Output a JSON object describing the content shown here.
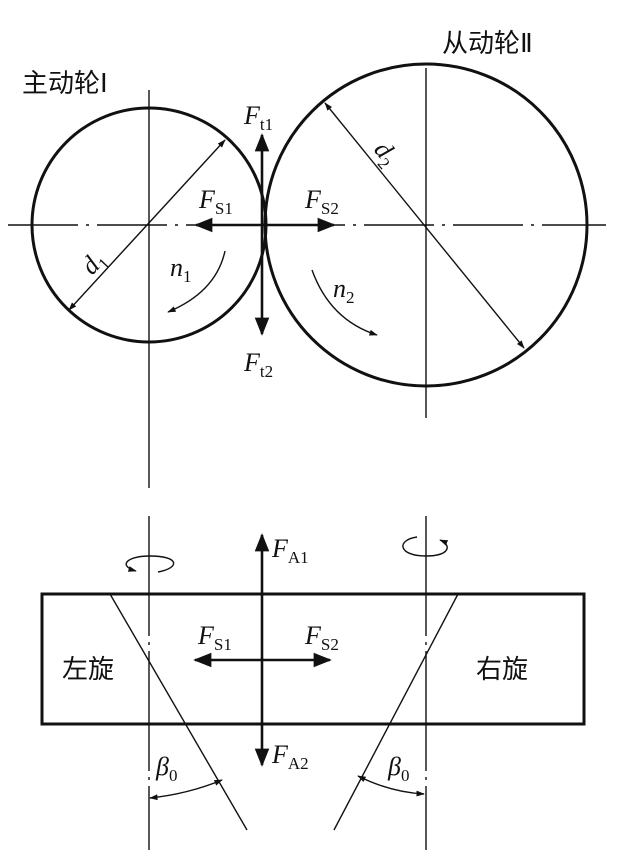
{
  "labels": {
    "driver_gear": "主动轮Ⅰ",
    "driven_gear": "从动轮Ⅱ",
    "left_hand": "左旋",
    "right_hand": "右旋"
  },
  "symbols": {
    "d1": {
      "main": "d",
      "sub": "1"
    },
    "d2": {
      "main": "d",
      "sub": "2"
    },
    "n1": {
      "main": "n",
      "sub": "1"
    },
    "n2": {
      "main": "n",
      "sub": "2"
    },
    "Ft1": {
      "main": "F",
      "sub": "t1"
    },
    "Ft2": {
      "main": "F",
      "sub": "t2"
    },
    "FS1_top": {
      "main": "F",
      "sub": "S1"
    },
    "FS2_top": {
      "main": "F",
      "sub": "S2"
    },
    "FA1": {
      "main": "F",
      "sub": "A1"
    },
    "FA2": {
      "main": "F",
      "sub": "A2"
    },
    "FS1_bot": {
      "main": "F",
      "sub": "S1"
    },
    "FS2_bot": {
      "main": "F",
      "sub": "S2"
    },
    "beta_left": {
      "main": "β",
      "sub": "0"
    },
    "beta_right": {
      "main": "β",
      "sub": "0"
    }
  }
}
